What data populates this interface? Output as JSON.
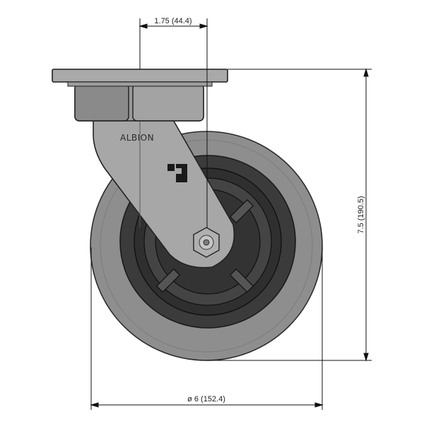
{
  "diagram": {
    "brand": "ALBION",
    "dimensions": {
      "offset": "1.75 (44.4)",
      "height": "7.5 (190.5)",
      "diameter": "ø 6 (152.4)"
    },
    "colors": {
      "tire": "#8c8c8c",
      "core": "#3a3a3a",
      "steel": "#a9a9a9",
      "dim_line": "#111111"
    }
  }
}
